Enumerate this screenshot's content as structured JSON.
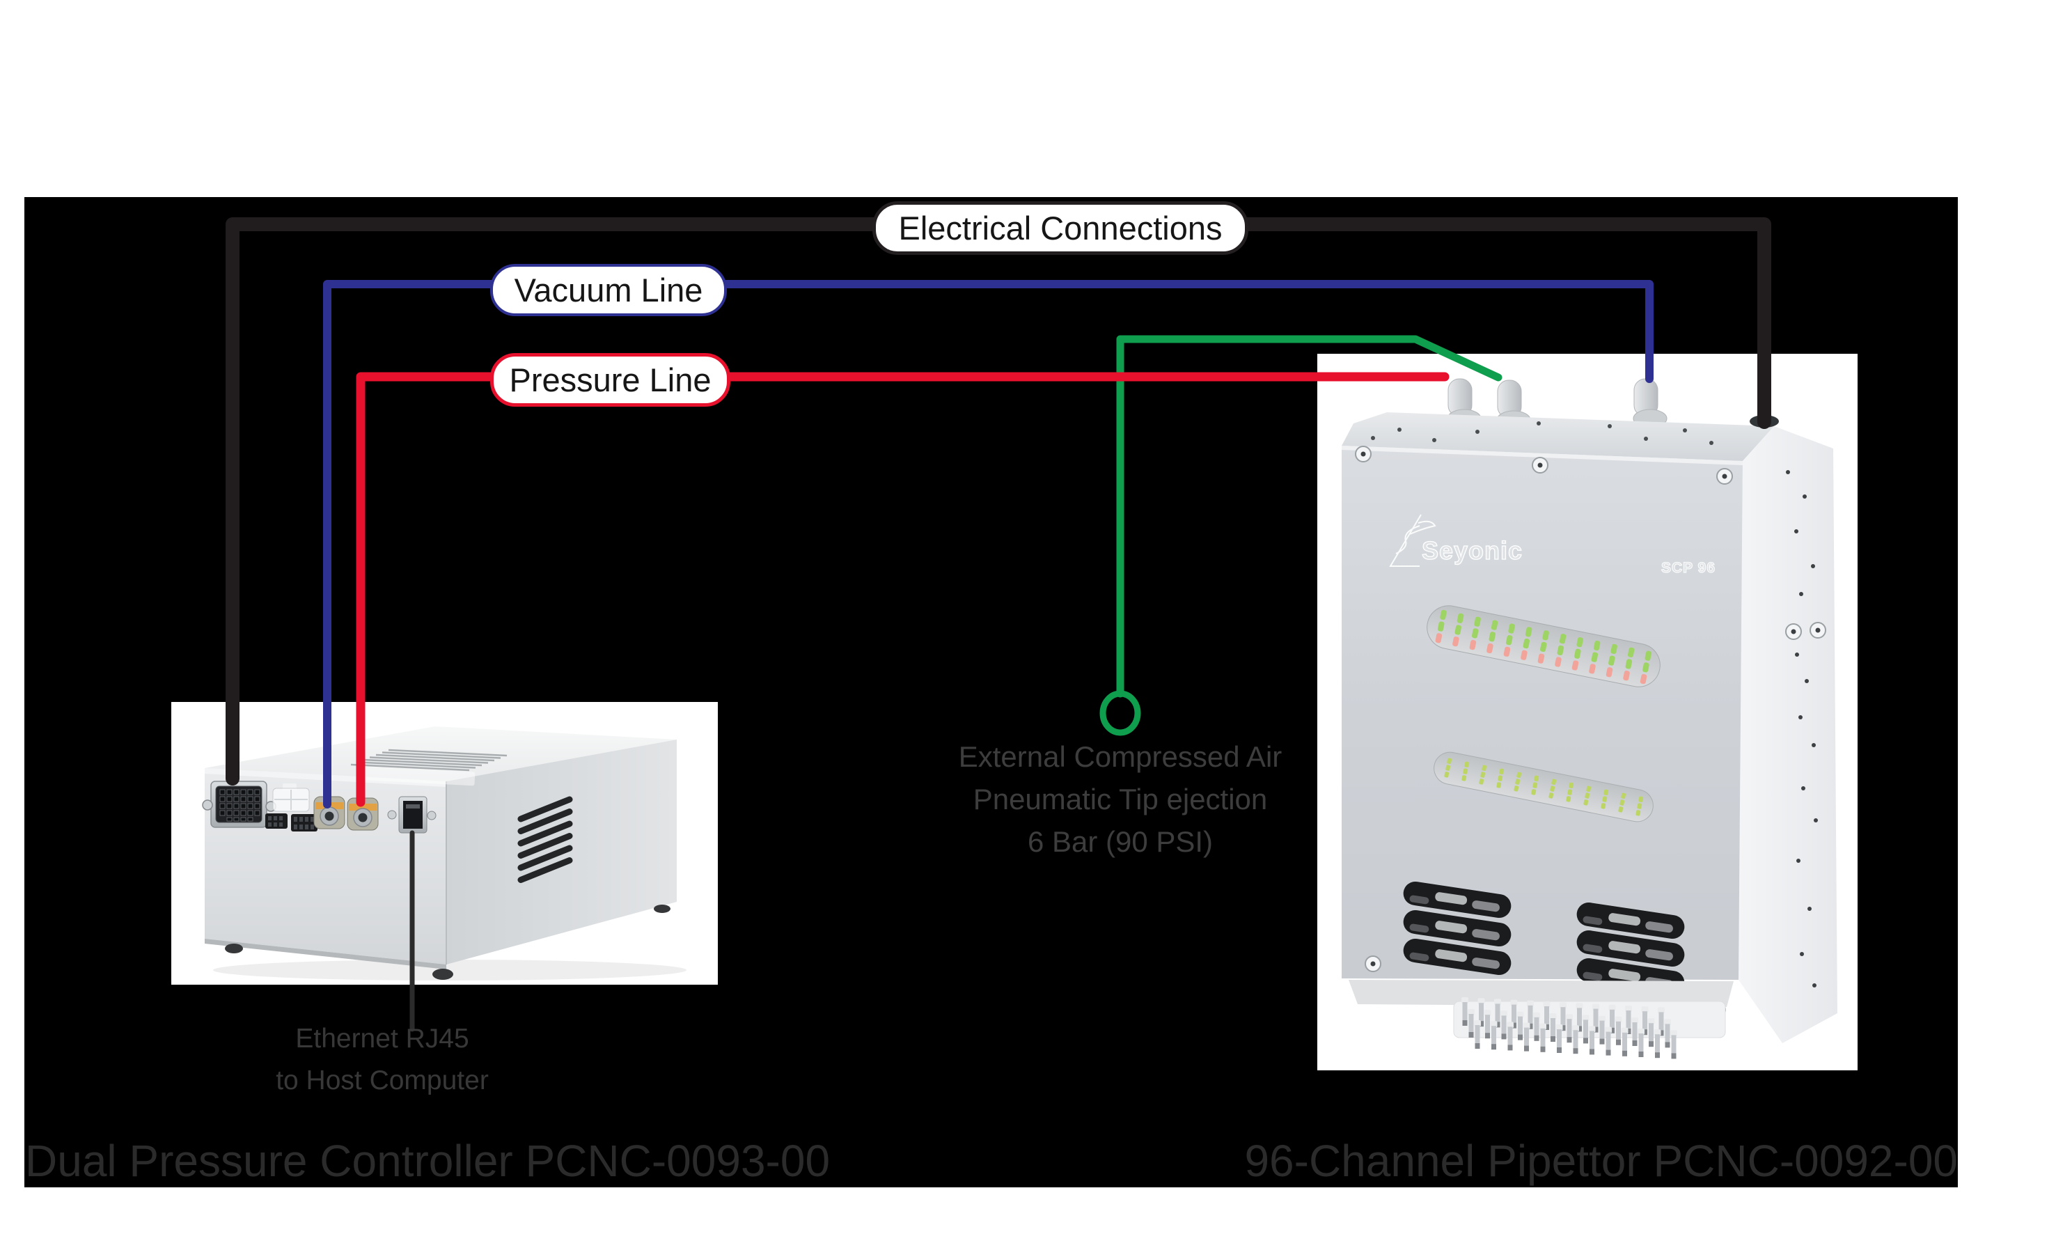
{
  "board": {
    "background": "#000000"
  },
  "connection_labels": {
    "electrical": "Electrical Connections",
    "vacuum": "Vacuum Line",
    "pressure": "Pressure Line"
  },
  "line_colors": {
    "electrical": "#211d1e",
    "vacuum": "#2e3192",
    "pressure": "#e8112d",
    "compressed_air": "#0f9e4e"
  },
  "annotations": {
    "compressed_air": {
      "line1": "External Compressed Air",
      "line2": "Pneumatic Tip ejection",
      "line3": "6 Bar (90 PSI)"
    },
    "ethernet": {
      "line1": "Ethernet RJ45",
      "line2": "to Host Computer"
    }
  },
  "captions": {
    "controller": "Dual Pressure Controller PCNC-0093-00",
    "pipettor": "96-Channel Pipettor PCNC-0092-00"
  },
  "pipettor": {
    "logo": "Seyonic",
    "model": "SCP 96"
  }
}
